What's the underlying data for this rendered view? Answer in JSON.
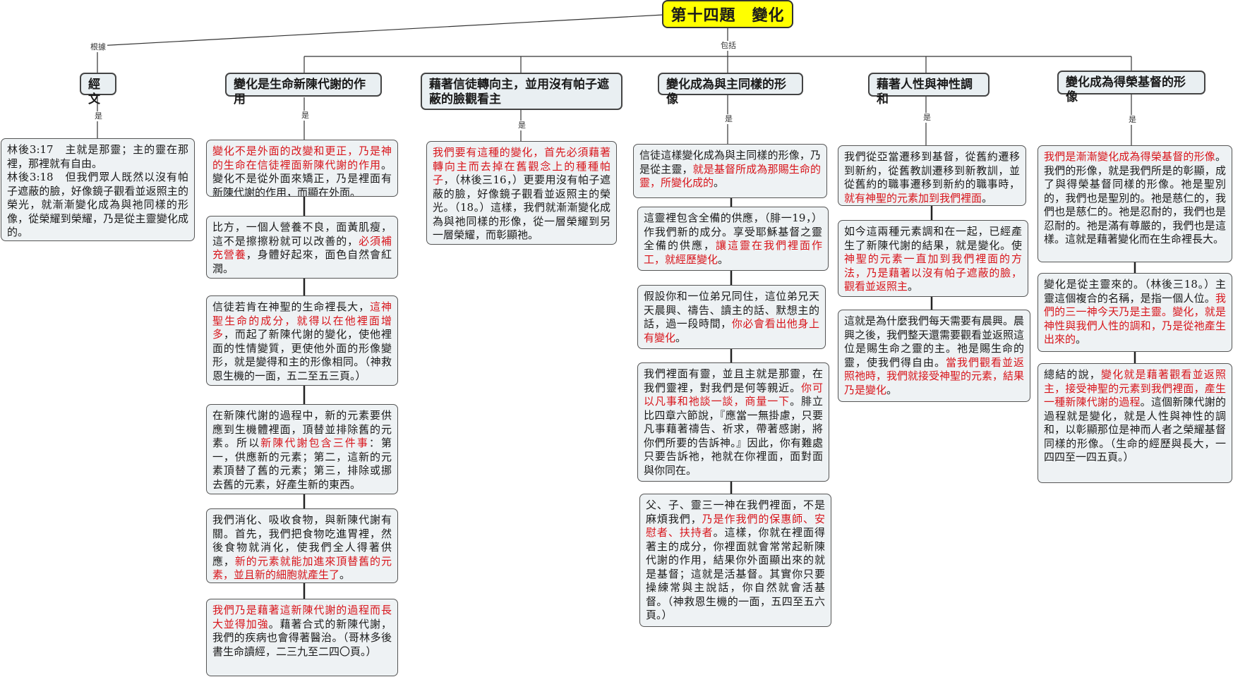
{
  "root": {
    "title": "第十四題　變化"
  },
  "edges": {
    "basis": "根據",
    "includes": "包括",
    "yes": "是"
  },
  "branches": {
    "scripture": {
      "title": "經文",
      "cards": [
        {
          "text": "林後3:17　主就是那靈；主的靈在那裡，那裡就有自由。\n林後3:18　但我們眾人既然以沒有帕子遮蔽的臉，好像鏡子觀看並返照主的榮光，就漸漸變化成為與祂同樣的形像，從榮耀到榮耀，乃是從主靈變化成的。"
        }
      ]
    },
    "metabolism": {
      "title": "變化是生命新陳代謝的作用",
      "cards": [
        {
          "red": "變化不是外面的改變和更正，乃是神的生命在信徒裡面新陳代謝的作用",
          "after": "。變化不是從外面來矯正，乃是裡面有新陳代謝的作用，而顯在外面。"
        },
        {
          "before": "比方，一個人營養不良，面黃肌瘦，這不是擦擦粉就可以改善的，",
          "red": "必須補充營養",
          "after": "，身體好起來，面色自然會紅潤。"
        },
        {
          "before": "信徒若肯在神聖的生命裡長大，",
          "red": "這神聖生命的成分，就得以在他裡面增多",
          "after": "，而起了新陳代謝的變化，使他裡面的性情變質，更使他外面的形像變形，就是變得和主的形像相同。（神救恩生機的一面，五二至五三頁。）"
        },
        {
          "before": "在新陳代謝的過程中，新的元素要供應到生機體裡面，頂替並排除舊的元素。所以",
          "red": "新陳代謝包含三件事",
          "after": "：第一，供應新的元素；第二，這新的元素頂替了舊的元素；第三，排除或挪去舊的元素，好產生新的東西。"
        },
        {
          "before": "我們消化、吸收食物，與新陳代謝有關。首先，我們把食物吃進胃裡，然後食物就消化，使我們全人得著供應，",
          "red": "新的元素就能加進來頂替舊的元素，並且新的細胞就產生了",
          "after": "。"
        },
        {
          "red": "我們乃是藉著這新陳代謝的過程而長大並得加強",
          "after": "。藉著合式的新陳代謝，我們的疾病也會得著醫治。（哥林多後書生命讀經，二三九至二四〇頁。）"
        }
      ]
    },
    "unveiled": {
      "title": "藉著信徒轉向主，並用沒有帕子遮蔽的臉觀看主",
      "cards": [
        {
          "red": "我們要有這種的變化，首先必須藉著轉向主而去掉在舊觀念上的種種帕子",
          "after": "，（林後三16，）更要用沒有帕子遮蔽的臉，好像鏡子觀看並返照主的榮光。（18。）這樣，我們就漸漸變化成為與祂同樣的形像，從一層榮耀到另一層榮耀，而彰顯祂。"
        }
      ]
    },
    "same_image": {
      "title": "變化成為與主同樣的形像",
      "cards": [
        {
          "before": "信徒這樣變化成為與主同樣的形像，乃是從主靈，",
          "red": "就是基督所成為那賜生命的靈，所變化成的",
          "after": "。"
        },
        {
          "before": "這靈裡包含全備的供應，（腓一19，）作我們新的成分。享受耶穌基督之靈全備的供應，",
          "red": "讓這靈在我們裡面作工，就經歷變化",
          "after": "。"
        },
        {
          "before": "假設你和一位弟兄同住，這位弟兄天天晨興、禱告、讀主的話、默想主的話，過一段時間，",
          "red": "你必會看出他身上有變化",
          "after": "。"
        },
        {
          "before": "我們裡面有靈，並且主就是那靈，在我們靈裡，對我們是何等親近。",
          "red": "你可以凡事和祂談一談，商量一下",
          "after": "。腓立比四章六節說，『應當一無掛慮，只要凡事藉著禱告、祈求，帶著感謝，將你們所要的告訴神。』因此，你有難處只要告訴祂，祂就在你裡面，面對面與你同在。"
        },
        {
          "before": "父、子、靈三一神在我們裡面，不是麻煩我們，",
          "red": "乃是作我們的保惠師、安慰者、扶持者",
          "after": "。這樣，你就在裡面得著主的成分，你裡面就會常常起新陳代謝的作用，結果你外面顯出來的就是基督；這就是活基督。其實你只要操練常與主說話，你自然就會活基督。（神救恩生機的一面，五四至五六頁。）"
        }
      ]
    },
    "blending": {
      "title": "藉著人性與神性調和",
      "cards": [
        {
          "before": "我們從亞當遷移到基督，從舊約遷移到新約，從舊教訓遷移到新教訓，並從舊約的職事遷移到新約的職事時，",
          "red": "就有神聖的元素加到我們裡面",
          "after": "。"
        },
        {
          "before": "如今這兩種元素調和在一起，已經產生了新陳代謝的結果，就是變化。使",
          "red": "神聖的元素一直加到我們裡面的方法，乃是藉著以沒有帕子遮蔽的臉，觀看並返照主",
          "after": "。"
        },
        {
          "before": "這就是為什麼我們每天需要有晨興。晨興之後，我們整天還需要觀看並返照這位是賜生命之靈的主。祂是賜生命的靈，使我們得自由。",
          "red": "當我們觀看並返照祂時，我們就接受神聖的元素，結果乃是變化",
          "after": "。"
        }
      ]
    },
    "glorify": {
      "title": "變化成為得榮基督的形像",
      "cards": [
        {
          "red": "我們是漸漸變化成為得榮基督的形像",
          "after": "。我們的形像，就是我們所是的彰顯，成了與得榮基督同樣的形像。祂是聖別的，我們也是聖別的。祂是慈仁的，我們也是慈仁的。祂是忍耐的，我們也是忍耐的。祂是滿有尊嚴的，我們也是這樣。這就是藉著變化而在生命裡長大。"
        },
        {
          "before": "變化是從主靈來的。（林後三18。）主靈這個複合的名稱，是指一個人位。",
          "red": "我們的三一神今天乃是主靈。變化，就是神性與我們人性的調和，乃是從祂產生出來的",
          "after": "。"
        },
        {
          "before": "總結的說，",
          "red": "變化就是藉著觀看並返照主，接受神聖的元素到我們裡面，產生一種新陳代謝的過程",
          "after": "。這個新陳代謝的過程就是變化，就是人性與神性的調和，以彰顯那位是神而人者之榮耀基督同樣的形像。（生命的經歷與長大，一四四至一四五頁。）"
        }
      ]
    }
  }
}
